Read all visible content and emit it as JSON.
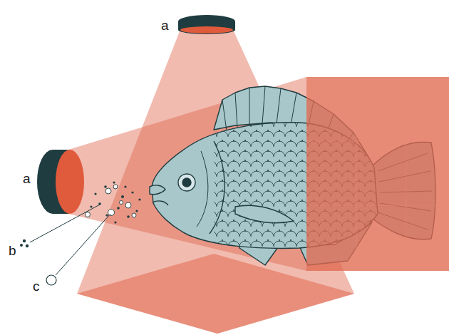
{
  "diagram": {
    "labels": [
      "a",
      "a",
      "b",
      "c"
    ]
  }
}
